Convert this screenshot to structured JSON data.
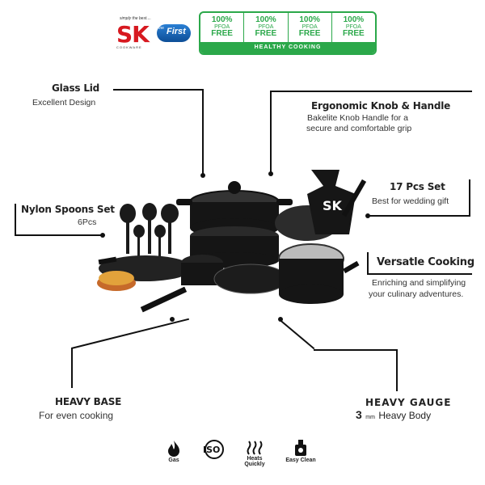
{
  "brand": {
    "tagline": "simply the best....",
    "logo_text": "SK",
    "sub": "COOKWARE",
    "badge": "First",
    "badge_prefix": "the"
  },
  "pfoa": {
    "cells": [
      {
        "pct": "100%",
        "mid": "PFOA",
        "free": "FREE"
      },
      {
        "pct": "100%",
        "mid": "PFOA",
        "free": "FREE"
      },
      {
        "pct": "100%",
        "mid": "PFOA",
        "free": "FREE"
      },
      {
        "pct": "100%",
        "mid": "PFOA",
        "free": "FREE"
      }
    ],
    "bar": "HEALTHY COOKING"
  },
  "callouts": {
    "glass_lid": {
      "title": "Glass Lid",
      "desc": "Excellent Design"
    },
    "knob": {
      "title": "Ergonomic Knob & Handle",
      "desc1": "Bakelite Knob Handle for a",
      "desc2": "secure and comfortable grip"
    },
    "nylon": {
      "title": "Nylon Spoons Set",
      "desc": "6Pcs"
    },
    "set17": {
      "title": "17 Pcs Set",
      "desc": "Best for wedding gift"
    },
    "versatile": {
      "title": "Versatle Cooking",
      "desc1": "Enriching and simplifying",
      "desc2": "your culinary adventures."
    },
    "heavy_base": {
      "title": "HEAVY BASE",
      "desc": "For even cooking"
    },
    "heavy_gauge": {
      "title": "HEAVY GAUGE",
      "num": "3",
      "unit": "mm",
      "desc": "Heavy Body"
    }
  },
  "apron_logo": "SK",
  "icons": [
    {
      "name": "gas-icon",
      "label": "Gas"
    },
    {
      "name": "iso-icon",
      "label": "ISO",
      "label_text": ""
    },
    {
      "name": "heats-quickly-icon",
      "label1": "Heats",
      "label2": "Quickly"
    },
    {
      "name": "easy-clean-icon",
      "label": "Easy Clean"
    }
  ],
  "iso_text": "ISO",
  "colors": {
    "brand_red": "#d71920",
    "green": "#2ba84a",
    "line": "#111111"
  }
}
